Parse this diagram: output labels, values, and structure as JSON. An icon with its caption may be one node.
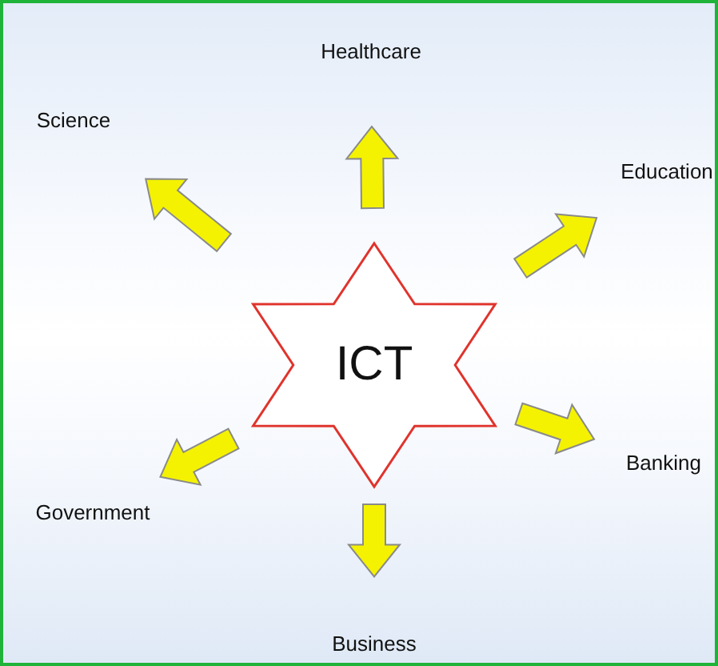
{
  "diagram": {
    "nodes": [
      {
        "text": [
          "ICT"
        ]
      },
      {
        "text": [
          "Healthcare"
        ]
      },
      {
        "text": [
          "Education"
        ]
      },
      {
        "text": [
          "Banking"
        ]
      },
      {
        "text": [
          "Business"
        ]
      },
      {
        "text": [
          "Government"
        ]
      },
      {
        "text": [
          "Science"
        ]
      }
    ],
    "edges": [
      {
        "from": 0,
        "to": 1,
        "arrow": "to"
      },
      {
        "from": 0,
        "to": 2,
        "arrow": "to"
      },
      {
        "from": 0,
        "to": 3,
        "arrow": "to"
      },
      {
        "from": 0,
        "to": 4,
        "arrow": "to"
      },
      {
        "from": 0,
        "to": 5,
        "arrow": "to"
      },
      {
        "from": 0,
        "to": 6,
        "arrow": "to"
      }
    ]
  }
}
